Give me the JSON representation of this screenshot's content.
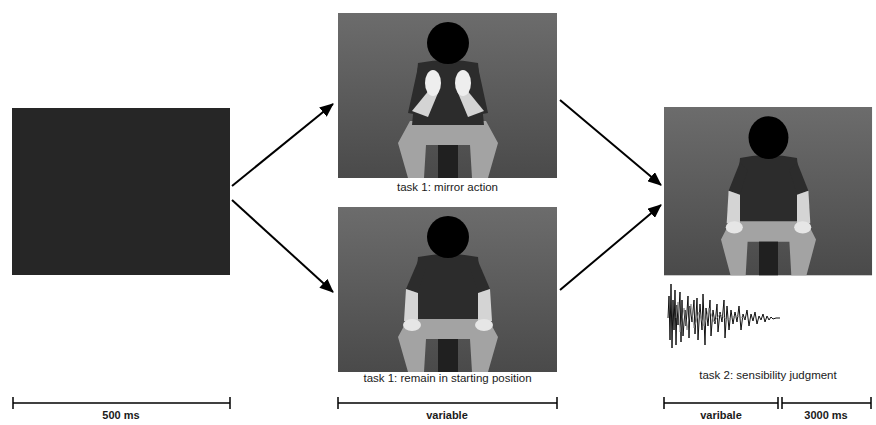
{
  "diagram": {
    "nodes": [
      {
        "text": [
          "task 1: mirror action"
        ]
      },
      {
        "text": [
          "task 1: remain in starting position"
        ]
      },
      {
        "text": [
          "task 2: sensibility judgment"
        ]
      }
    ],
    "edges": [
      {
        "from": 0,
        "to": 2,
        "arrow": "to"
      },
      {
        "from": 1,
        "to": 2,
        "arrow": "to"
      }
    ],
    "labels": [
      "500 ms",
      "variable",
      "varibale",
      "3000 ms"
    ]
  }
}
